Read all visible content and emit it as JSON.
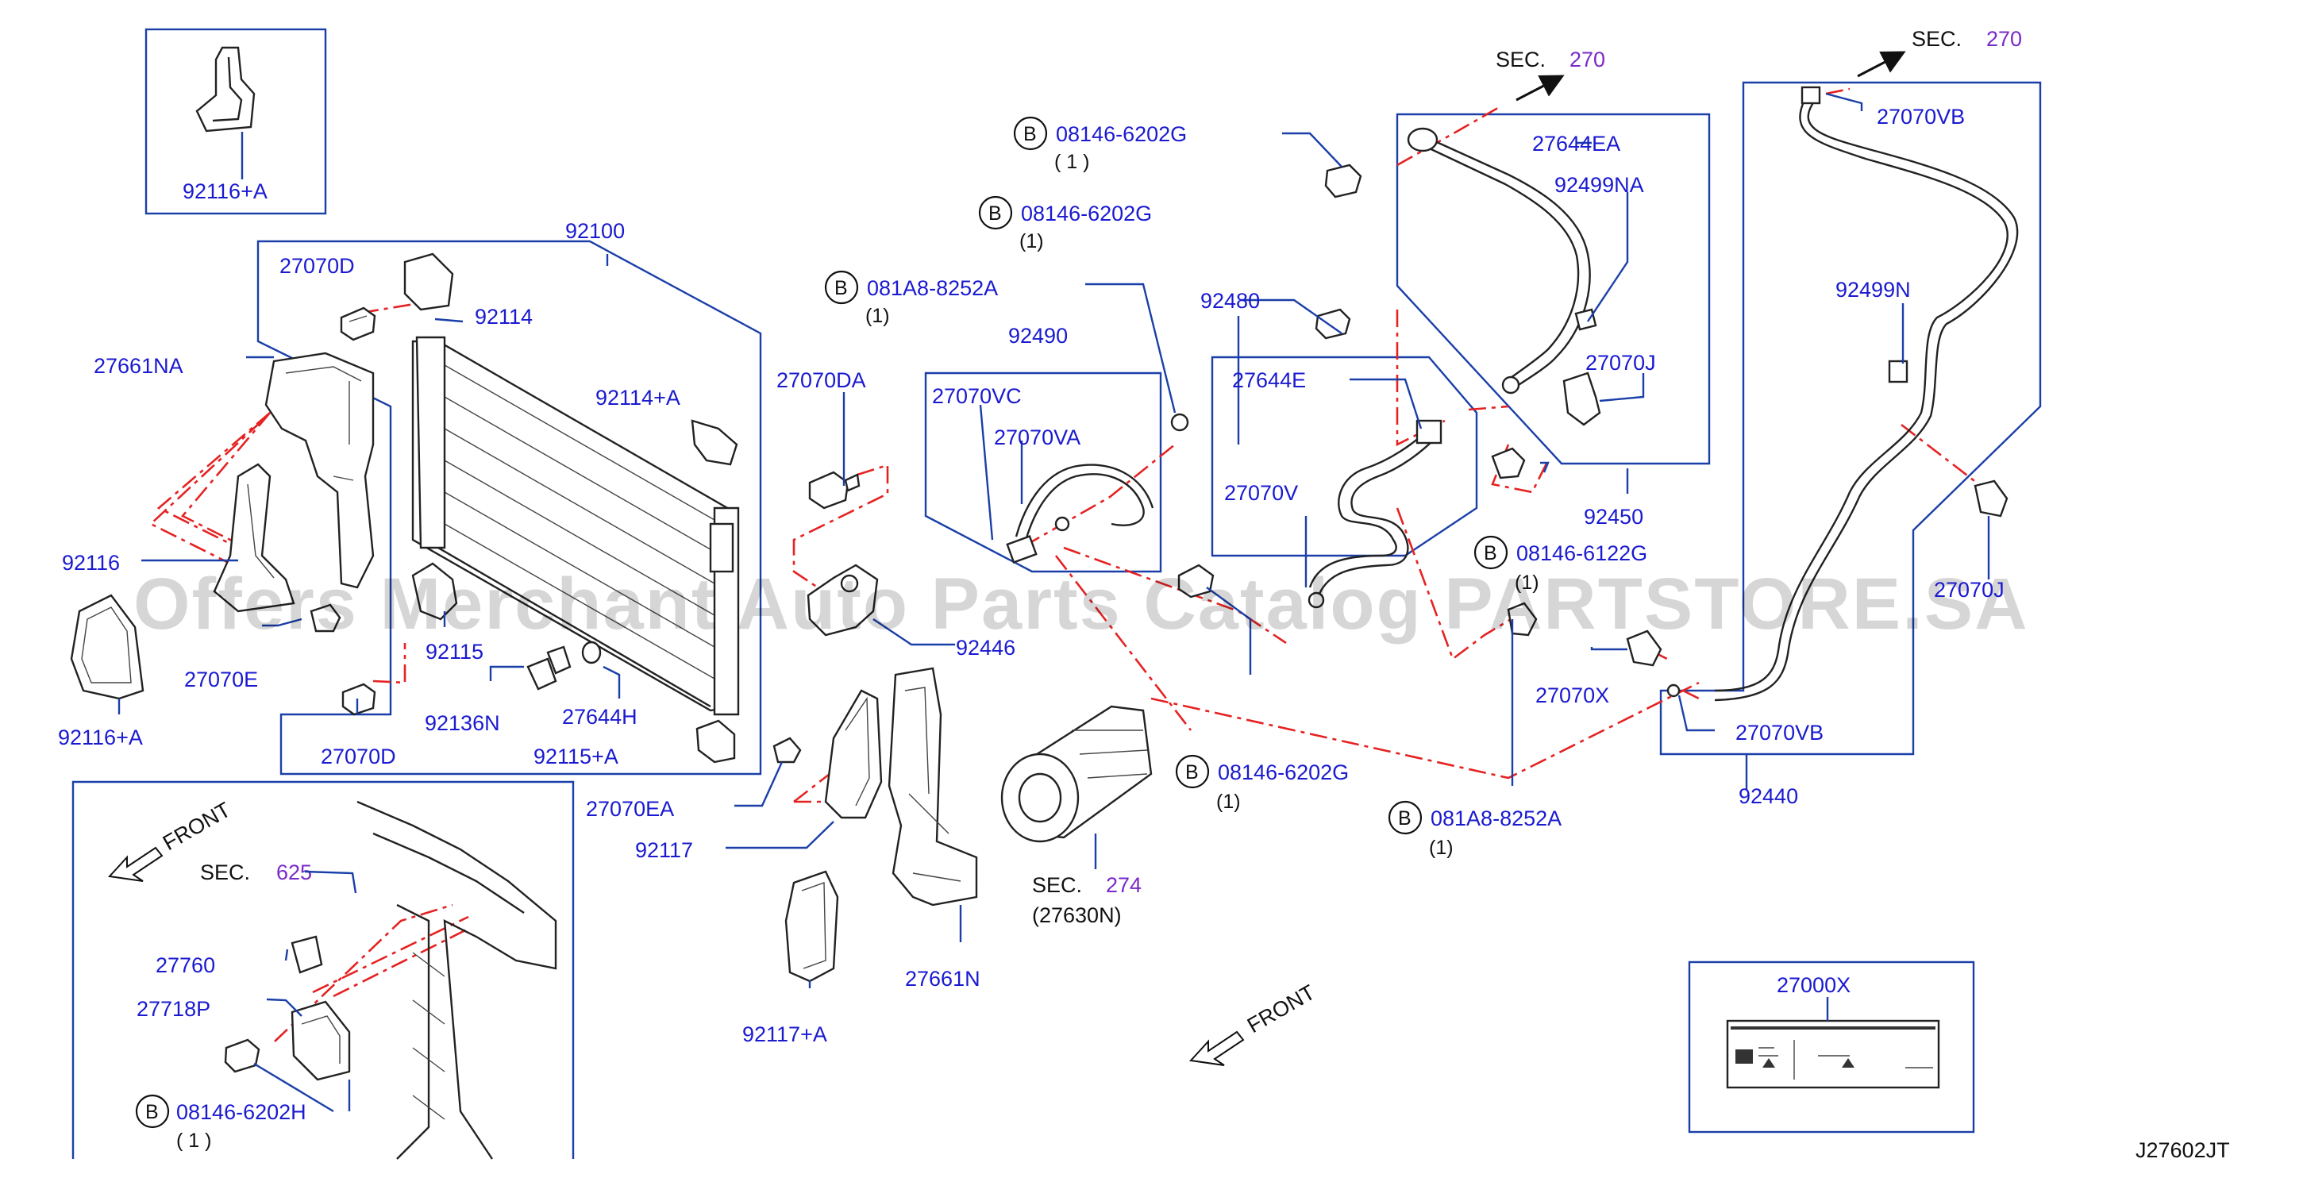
{
  "watermark": "Offers Merchant Auto Parts Catalog PARTSTORE.SA",
  "diagram_code": "J27602JT",
  "bolt_symbol": "B",
  "front_label": "FRONT",
  "parts": {
    "p92116a_top": "92116+A",
    "p92100": "92100",
    "p27070D_top": "27070D",
    "p92114": "92114",
    "p27661NA": "27661NA",
    "p92114a": "92114+A",
    "p92116": "92116",
    "p27070E": "27070E",
    "p92115": "92115",
    "p92116a_bot": "92116+A",
    "p92136N": "92136N",
    "p27644H": "27644H",
    "p27070D_bot": "27070D",
    "p92115a": "92115+A",
    "p27070DA": "27070DA",
    "p92490": "92490",
    "p27070VC": "27070VC",
    "p27070VA": "27070VA",
    "p92446": "92446",
    "p27070EA": "27070EA",
    "p92117": "92117",
    "p92117a": "92117+A",
    "p27661N": "27661N",
    "p27630N": "(27630N)",
    "p92480": "92480",
    "p27644E": "27644E",
    "p27070V": "27070V",
    "p27644EA": "27644EA",
    "p92499NA": "92499NA",
    "p27070J": "27070J",
    "p92450": "92450",
    "p27070VB_top": "27070VB",
    "p92499N": "92499N",
    "p27070X": "27070X",
    "p27070VB_bot": "27070VB",
    "p92440": "92440",
    "p27070J_right": "27070J",
    "p27760": "27760",
    "p27718P": "27718P",
    "p27000X": "27000X"
  },
  "bolts": {
    "b1": {
      "code": "08146-6202G",
      "qty": "( 1 )"
    },
    "b2": {
      "code": "08146-6202G",
      "qty": "(1)"
    },
    "b3": {
      "code": "081A8-8252A",
      "qty": "(1)"
    },
    "b4": {
      "code": "08146-6122G",
      "qty": "(1)"
    },
    "b5": {
      "code": "08146-6202G",
      "qty": "(1)"
    },
    "b6": {
      "code": "081A8-8252A",
      "qty": "(1)"
    },
    "b7": {
      "code": "08146-6202H",
      "qty": "( 1 )"
    }
  },
  "sections": {
    "s270a": {
      "prefix": "SEC.",
      "num": "270"
    },
    "s270b": {
      "prefix": "SEC.",
      "num": "270"
    },
    "s274": {
      "prefix": "SEC.",
      "num": "274"
    },
    "s625": {
      "prefix": "SEC.",
      "num": "625"
    }
  }
}
